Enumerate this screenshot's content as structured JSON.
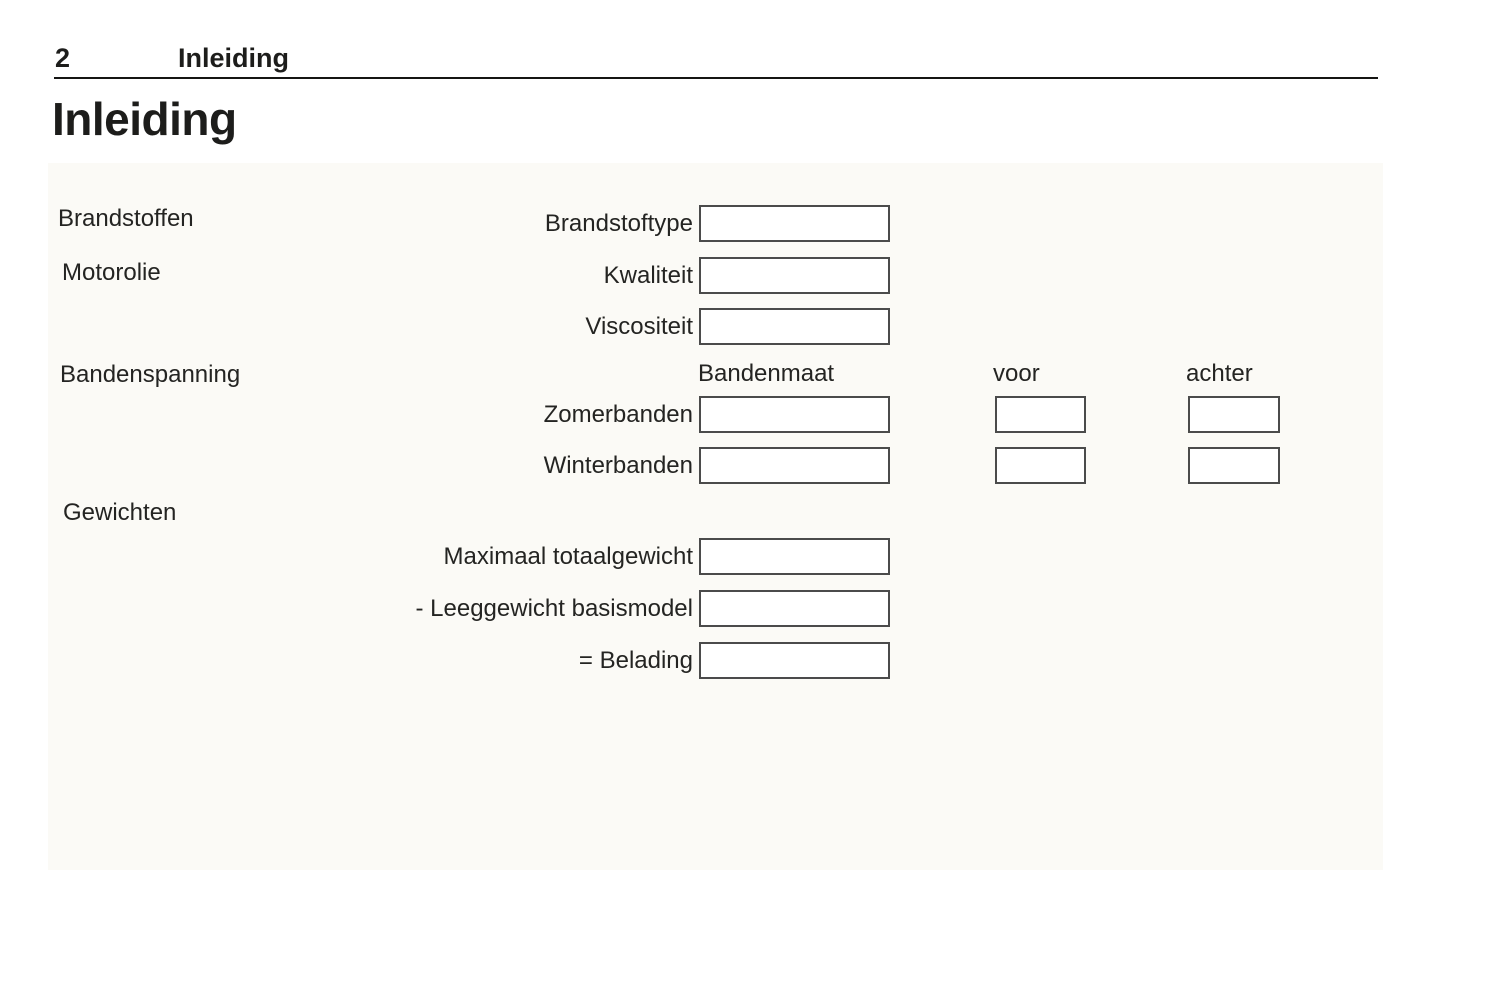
{
  "colors": {
    "page_background": "#ffffff",
    "panel_background": "#fbfaf6",
    "ink": "#1d1d1b",
    "box_border": "#4b4b4b"
  },
  "header": {
    "page_number": "2",
    "chapter_title": "Inleiding"
  },
  "title": "Inleiding",
  "form": {
    "section_labels": {
      "fuels": "Brandstoffen",
      "engine_oil": "Motorolie",
      "tyre_pressure": "Bandenspanning",
      "weights": "Gewichten"
    },
    "row_labels": {
      "fuel_type": "Brandstoftype",
      "oil_quality": "Kwaliteit",
      "oil_viscosity": "Viscositeit",
      "summer_tyres": "Zomerbanden",
      "winter_tyres": "Winterbanden",
      "max_total_weight": "Maximaal totaalgewicht",
      "kerb_weight_base_model": "- Leeggewicht basismodel",
      "payload": "= Belading"
    },
    "column_headers": {
      "tyre_size": "Bandenmaat",
      "front": "voor",
      "rear": "achter"
    },
    "field_values": {
      "fuel_type": "",
      "oil_quality": "",
      "oil_viscosity": "",
      "summer_tyre_size": "",
      "summer_front_pressure": "",
      "summer_rear_pressure": "",
      "winter_tyre_size": "",
      "winter_front_pressure": "",
      "winter_rear_pressure": "",
      "max_total_weight": "",
      "kerb_weight_base_model": "",
      "payload": ""
    }
  }
}
